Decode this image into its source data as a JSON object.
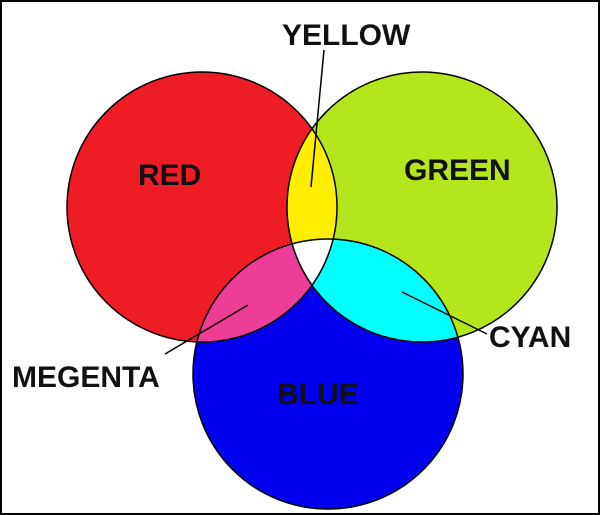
{
  "diagram": {
    "colors": {
      "red": "#ee1d25",
      "green": "#b5e61d",
      "blue": "#0000ee",
      "yellow": "#ffee00",
      "magenta": "#ee3d96",
      "cyan": "#00ffff",
      "white": "#ffffff",
      "outline": "#000000"
    },
    "labels": {
      "red": "RED",
      "green": "GREEN",
      "blue": "BLUE",
      "yellow": "YELLOW",
      "cyan": "CYAN",
      "magenta": "MEGENTA"
    }
  }
}
